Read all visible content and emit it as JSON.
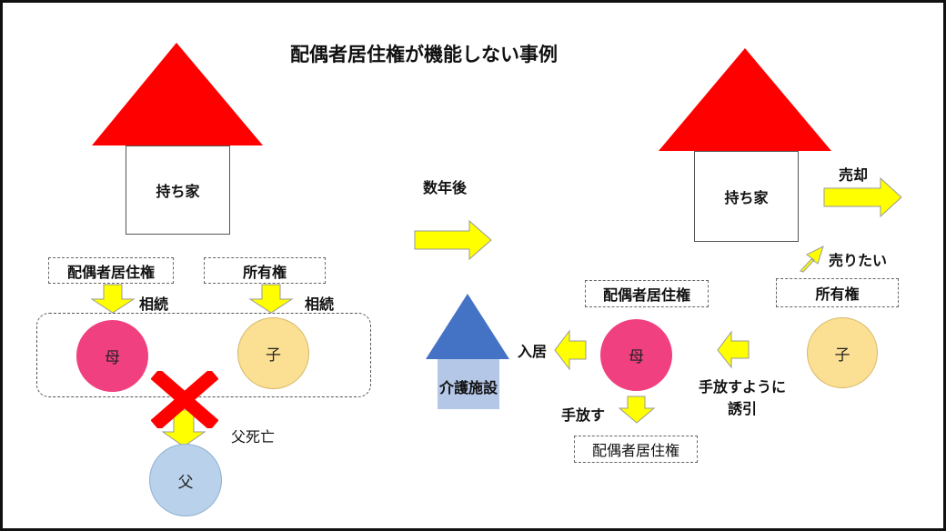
{
  "title": "配偶者居住権が機能しない事例",
  "colors": {
    "roof": "#ff0000",
    "arrow_fill": "#ffff00",
    "mother": "#f0407f",
    "child": "#fbdf92",
    "father": "#b9d1ea",
    "facility_roof": "#4472c4",
    "facility_body": "#b4c7e7",
    "cross": "#ff0000"
  },
  "left": {
    "house_label": "持ち家",
    "spouse_right_label": "配偶者居住権",
    "ownership_label": "所有権",
    "inherit_label_1": "相続",
    "inherit_label_2": "相続",
    "mother_label": "母",
    "child_label": "子",
    "father_label": "父",
    "father_death_label": "父死亡"
  },
  "middle": {
    "years_later_label": "数年後",
    "facility_label": "介護施設"
  },
  "right": {
    "house_label": "持ち家",
    "sell_label": "売却",
    "want_sell_label": "売りたい",
    "ownership_label": "所有権",
    "spouse_right_label": "配偶者居住権",
    "mother_label": "母",
    "child_label": "子",
    "move_in_label": "入居",
    "induce_label_line1": "手放すように",
    "induce_label_line2": "誘引",
    "release_label": "手放す",
    "released_right_label": "配偶者居住権"
  }
}
